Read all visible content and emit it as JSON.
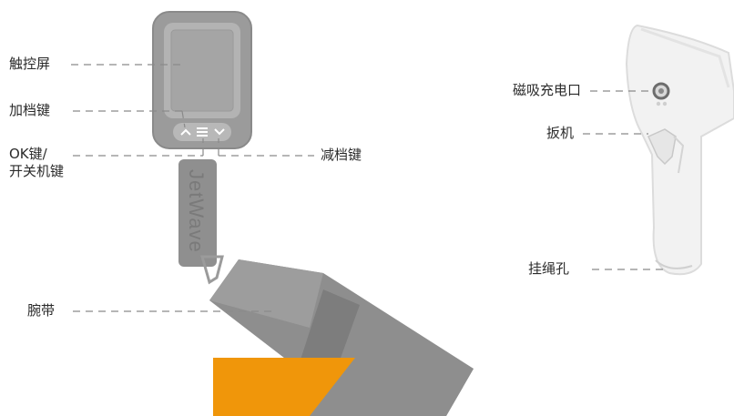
{
  "left_labels": {
    "touchscreen": "触控屏",
    "zoom_in_key": "加档键",
    "ok_power_key_line1": "OK键/",
    "ok_power_key_line2": "开关机键",
    "zoom_out_key": "减档键",
    "wrist_strap": "腕带"
  },
  "right_labels": {
    "magnetic_charging_port": "磁吸充电口",
    "trigger": "扳机",
    "lanyard_hole": "挂绳孔"
  },
  "strap_text": "JetWave",
  "colors": {
    "device_grey": "#9b9b9b",
    "device_dark": "#7f7f7f",
    "screen_frame": "#b0b0b0",
    "orange_accent": "#f0960a",
    "label_text": "#2b2b2b",
    "leader_line": "#8a8a8a"
  }
}
